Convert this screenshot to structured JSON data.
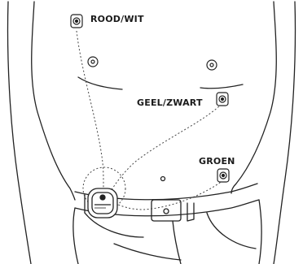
{
  "electrodes": {
    "red_white": {
      "label": "ROOD/WIT"
    },
    "yellow_black": {
      "label": "GEEL/ZWART"
    },
    "green": {
      "label": "GROEN"
    }
  }
}
